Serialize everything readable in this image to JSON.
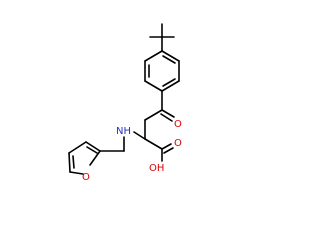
{
  "molecule": {
    "atoms": {
      "ketone_o": {
        "label": "O",
        "color": "#dd0000"
      },
      "acid_oh": {
        "label": "OH",
        "color": "#dd0000"
      },
      "acid_o": {
        "label": "O",
        "color": "#dd0000"
      },
      "amine_nh": {
        "label": "NH",
        "color": "#2233cc"
      },
      "furan_o": {
        "label": "O",
        "color": "#dd0000"
      }
    }
  }
}
